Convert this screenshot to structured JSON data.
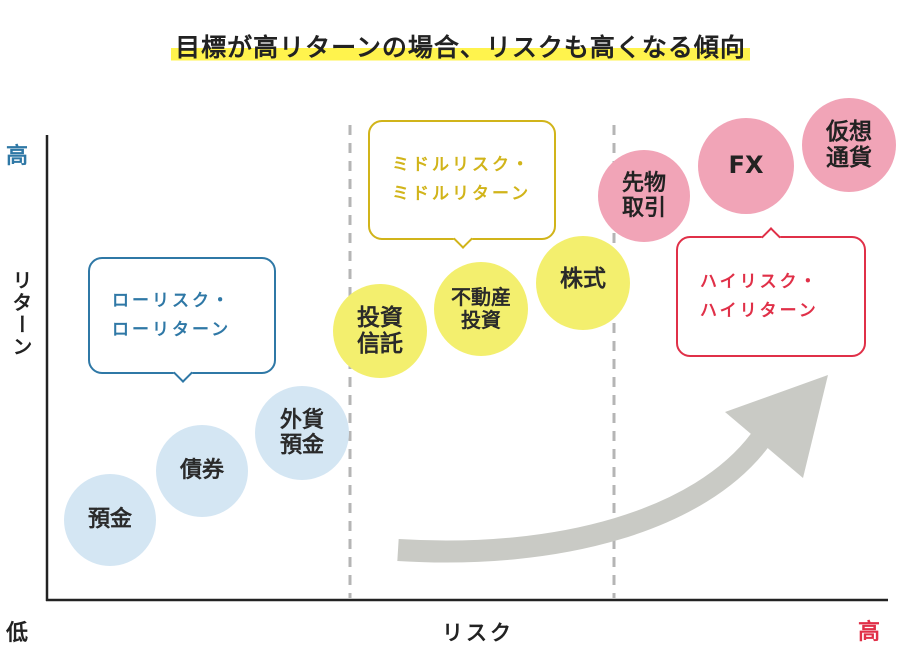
{
  "title": "目標が高リターンの場合、リスクも高くなる傾向",
  "axes": {
    "y_high": "高",
    "y_label": "リターン",
    "y_low": "低",
    "x_label": "リスク",
    "x_high": "高"
  },
  "callouts": {
    "low": [
      "ローリスク・",
      "ローリターン"
    ],
    "middle": [
      "ミドルリスク・",
      "ミドルリターン"
    ],
    "high": [
      "ハイリスク・",
      "ハイリターン"
    ]
  },
  "items": {
    "yokin": "預金",
    "saiken": [
      "債券"
    ],
    "gaika": [
      "外貨",
      "預金"
    ],
    "toshin": [
      "投資",
      "信託"
    ],
    "fudousan": [
      "不動産",
      "投資"
    ],
    "kabushiki": [
      "株式"
    ],
    "sakimono": [
      "先物",
      "取引"
    ],
    "fx": [
      "FX"
    ],
    "kasou": [
      "仮想",
      "通貨"
    ]
  },
  "colors": {
    "low_callout": "#2f78a6",
    "middle_callout": "#d1b41a",
    "high_callout": "#e03048",
    "high_label": "#e03048",
    "y_high": "#2f78a6",
    "low_circle": "#d4e6f3",
    "middle_circle": "#f3ef6e",
    "high_circle": "#f1a4b7",
    "highlight": "#fff34d",
    "arrow": "#c9cac5",
    "divider": "#b5b5b5"
  }
}
